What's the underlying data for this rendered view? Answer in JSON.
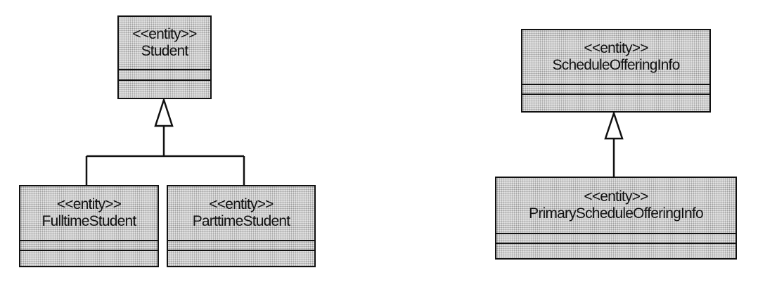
{
  "colors": {
    "line": "#111111",
    "fill": "#e4e4e4",
    "background": "#ffffff"
  },
  "classes": {
    "student": {
      "stereotype": "<<entity>>",
      "name": "Student"
    },
    "fulltime_student": {
      "stereotype": "<<entity>>",
      "name": "FulltimeStudent"
    },
    "parttime_student": {
      "stereotype": "<<entity>>",
      "name": "ParttimeStudent"
    },
    "schedule_offering_info": {
      "stereotype": "<<entity>>",
      "name": "ScheduleOfferingInfo"
    },
    "primary_schedule_offering_info": {
      "stereotype": "<<entity>>",
      "name": "PrimaryScheduleOfferingInfo"
    }
  },
  "relationships": [
    {
      "type": "generalization",
      "from": "fulltime_student",
      "to": "student"
    },
    {
      "type": "generalization",
      "from": "parttime_student",
      "to": "student"
    },
    {
      "type": "generalization",
      "from": "primary_schedule_offering_info",
      "to": "schedule_offering_info"
    }
  ]
}
